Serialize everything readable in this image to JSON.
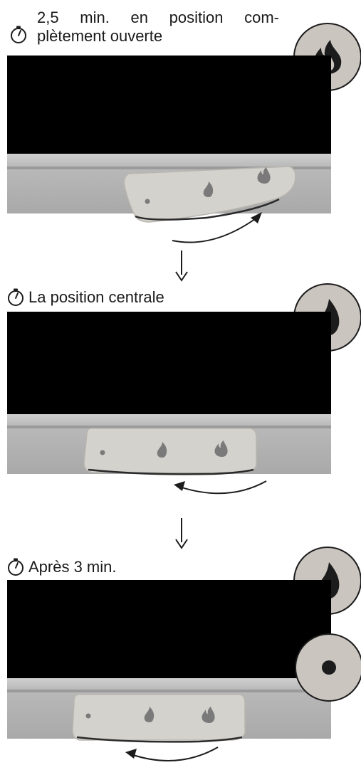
{
  "steps": [
    {
      "caption_line1_words": [
        "2,5",
        "min.",
        "en",
        "position",
        "com-"
      ],
      "caption_line2": "plètement ouverte",
      "badge_icon": "large-flame-icon",
      "lever_position": "open",
      "rotation_arrow": "clockwise"
    },
    {
      "caption": "La position centrale",
      "badge_icon": "small-flame-icon",
      "lever_position": "center",
      "rotation_arrow": "counter-clockwise"
    },
    {
      "caption": "Après 3 min.",
      "badge_icons": [
        "small-flame-icon",
        "dot-icon"
      ],
      "lever_position": "closed",
      "rotation_arrow": "counter-clockwise"
    }
  ],
  "icons": {
    "timer": "stopwatch-icon",
    "step_arrow": "down-arrow-icon"
  },
  "colors": {
    "badge_fill": "#cbc5c0",
    "icon_dark": "#1c1c1c",
    "screen": "#000000",
    "lever": "#d4d2cc"
  }
}
